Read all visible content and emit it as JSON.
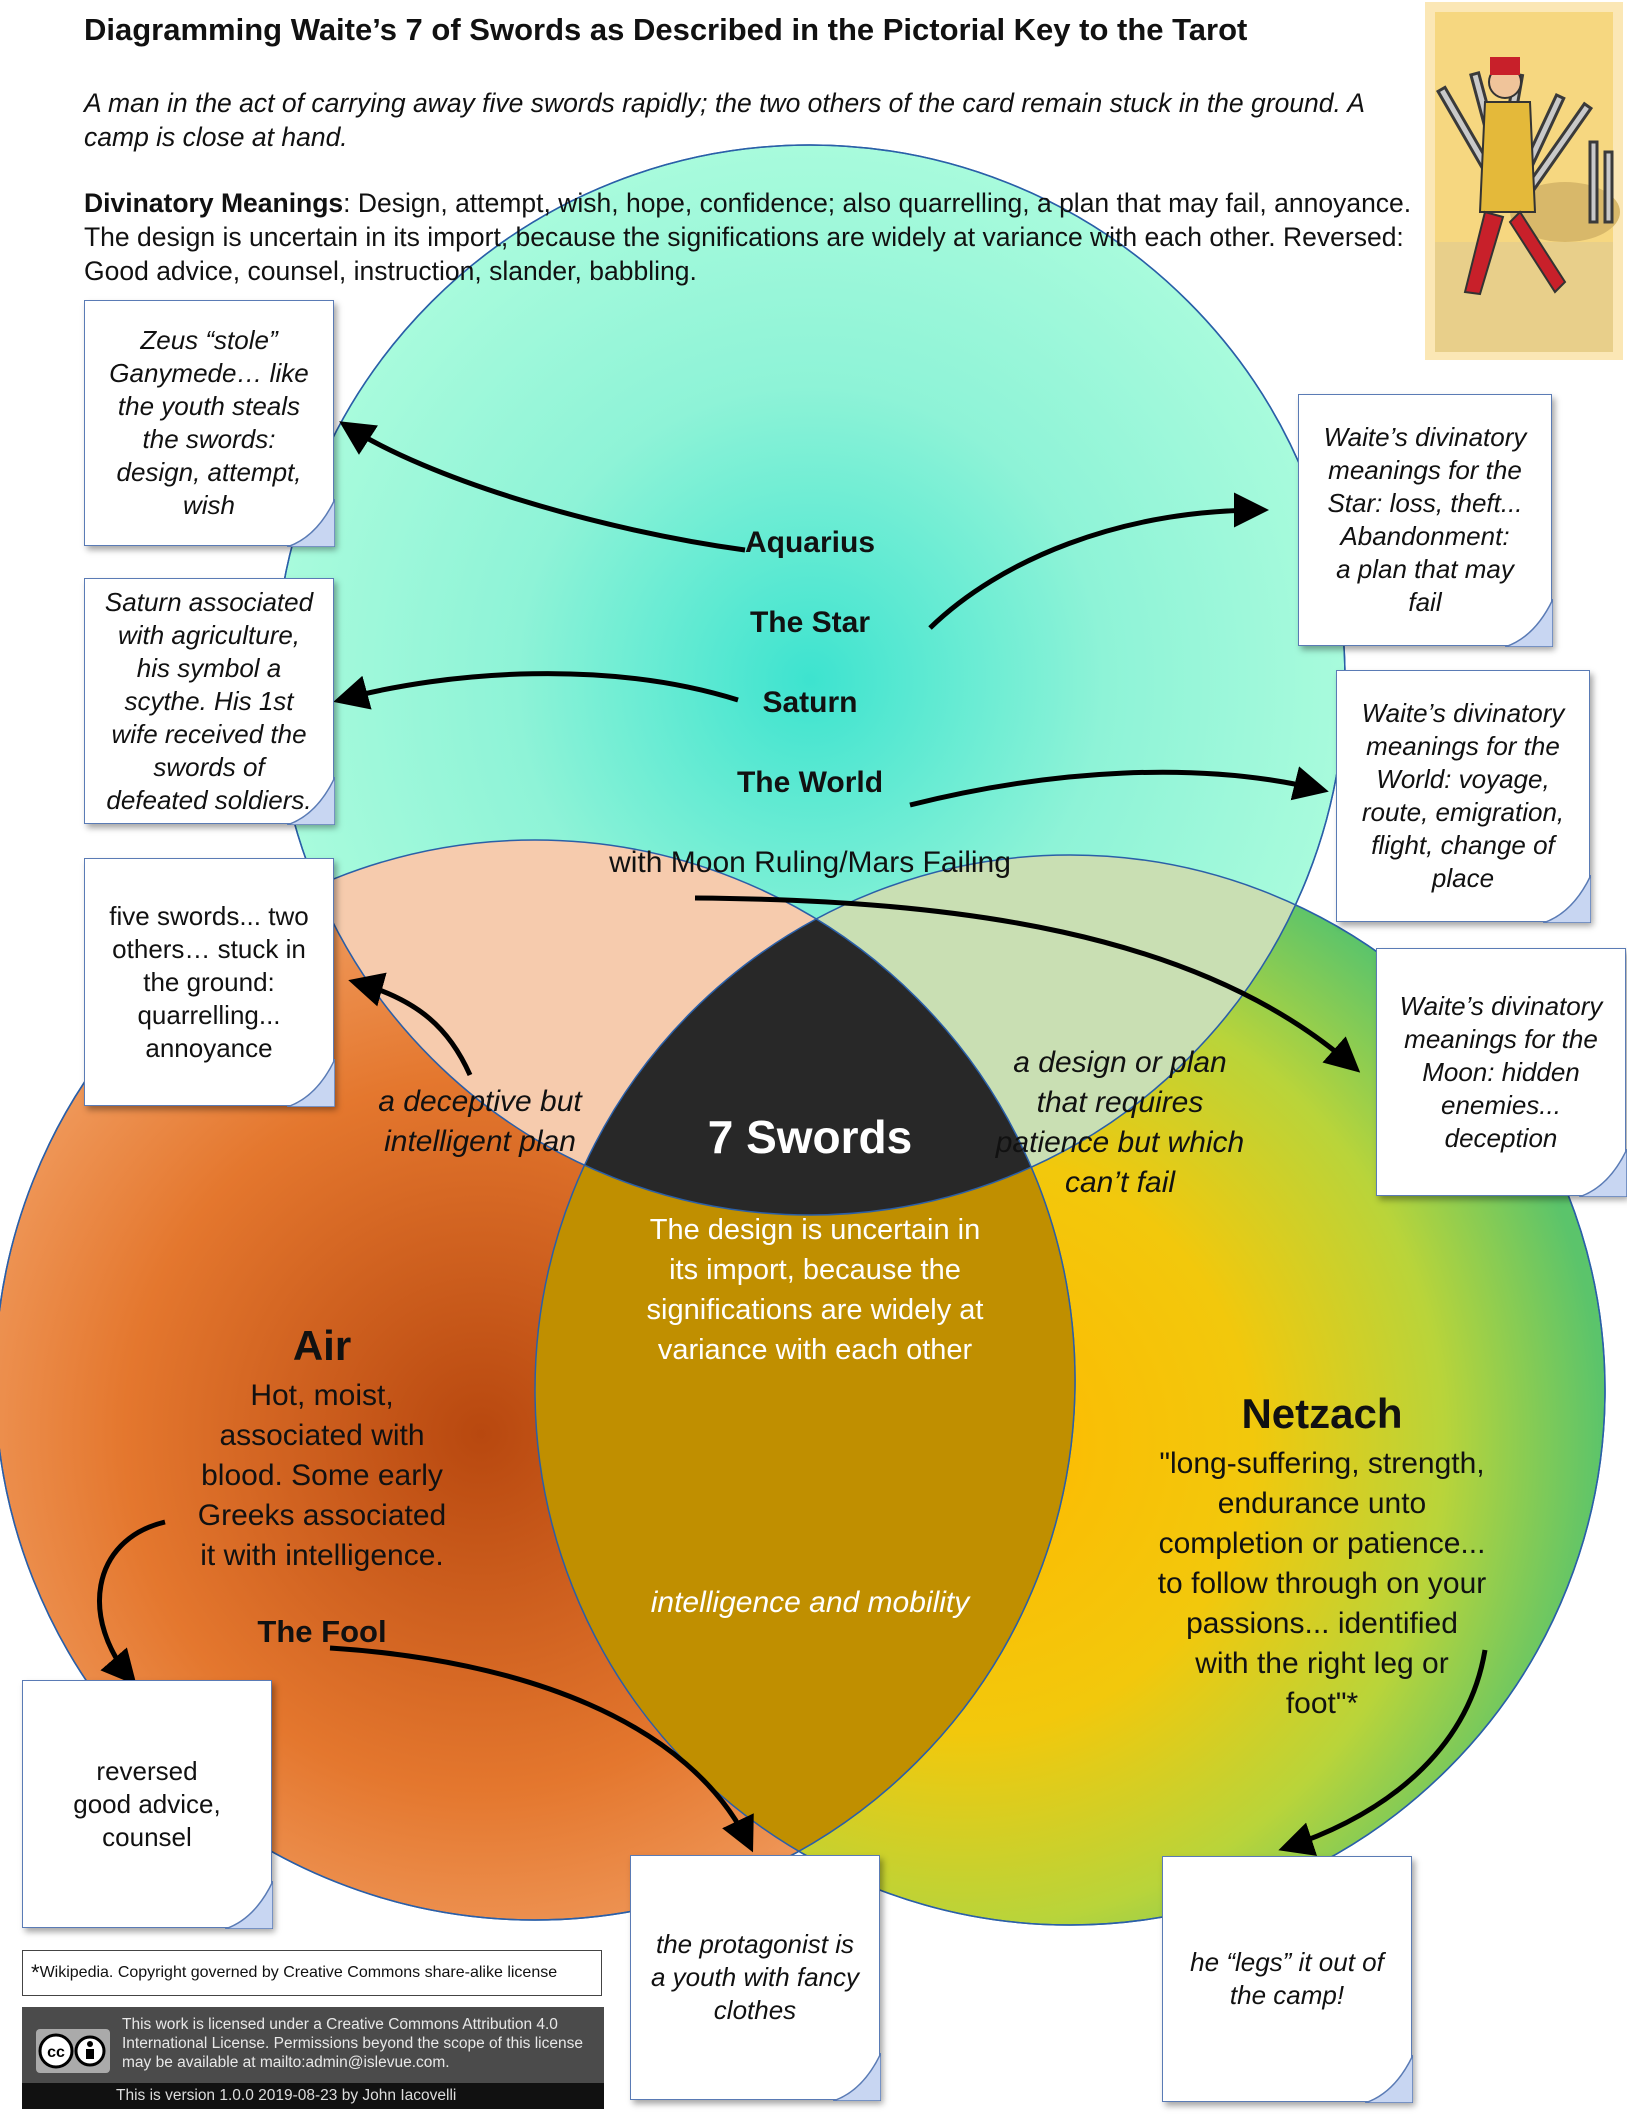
{
  "header": {
    "title": "Diagramming Waite’s 7 of Swords as Described in the Pictorial Key to the Tarot",
    "description": "A man in the act of carrying away five swords rapidly; the two others of the card remain stuck in the ground. A camp is close at hand.",
    "meanings_label": "Divinatory Meanings",
    "meanings_text": ": Design, attempt, wish, hope, confidence; also quarrelling, a plan that may fail, annoyance. The design is uncertain in its import, because the significations are widely at variance with each other. Reversed: Good advice, counsel, instruction, slander, babbling."
  },
  "circles": {
    "top": {
      "items": [
        "Aquarius",
        "The Star",
        "Saturn",
        "The World"
      ],
      "subtitle": "with Moon Ruling/Mars Failing"
    },
    "left": {
      "title": "Air",
      "text": "Hot, moist,\nassociated with\nblood. Some early\nGreeks associated\nit with intelligence.",
      "fool": "The Fool"
    },
    "right": {
      "title": "Netzach",
      "text": "\"long-suffering, strength,\nendurance unto\ncompletion or patience...\nto follow through on your\npassions... identified\nwith the right leg or\nfoot\"*"
    },
    "overlap_top_left": "a deceptive but\nintelligent plan",
    "overlap_top_right": "a design or plan\nthat requires\npatience but which\ncan’t fail",
    "overlap_bottom": "intelligence and mobility",
    "center": {
      "title": "7 Swords",
      "text": "The design is uncertain in\nits import, because the\nsignifications are widely at\nvariance with each other"
    }
  },
  "notes": {
    "zeus": "Zeus “stole”\nGanymede… like\nthe youth steals\nthe swords:\ndesign, attempt,\nwish",
    "saturn": "Saturn associated\nwith agriculture,\nhis symbol a\nscythe. His 1st\nwife received the\nswords of\ndefeated soldiers.",
    "five_swords": "five swords... two\nothers… stuck in\nthe ground:\nquarrelling...\nannoyance",
    "star": "Waite’s divinatory\nmeanings for the\nStar: loss, theft...\nAbandonment:\na plan that may\nfail",
    "world": "Waite’s divinatory\nmeanings for the\nWorld: voyage,\nroute, emigration,\nflight, change of\nplace",
    "moon": "Waite’s divinatory\nmeanings for the\nMoon: hidden\nenemies...\ndeception",
    "reversed": "reversed\ngood advice,\ncounsel",
    "protagonist": "the protagonist is\na youth with fancy\nclothes",
    "legs": "he “legs” it out of\nthe camp!"
  },
  "footer": {
    "citation_mark": "*",
    "citation": "Wikipedia. Copyright governed by Creative Commons share-alike license",
    "license": "This work is licensed under a Creative Commons Attribution 4.0 International License. Permissions beyond the scope of this license may be available at mailto:admin@islevue.com.",
    "version": "This is version 1.0.0 2019-08-23 by John Iacovelli",
    "cc_mark": "cc"
  },
  "colors": {
    "top_circle": "#9ef7d9",
    "left_circle": "#e6762e",
    "right_circle": "#f5c400",
    "right_circle_edge": "#5fc46a",
    "center": "#282828",
    "bottom_overlap": "#c08f00",
    "note_border": "#5a7bb5"
  },
  "icons": [
    "note-curl-icon",
    "cc-logo-icon",
    "arrow-icon",
    "tarot-card-image"
  ]
}
